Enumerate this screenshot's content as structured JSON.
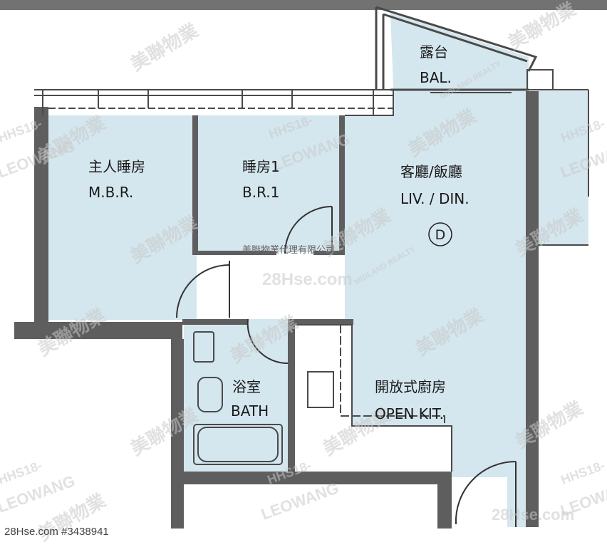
{
  "rooms": {
    "balcony": {
      "zh": "露台",
      "en": "BAL."
    },
    "master": {
      "zh": "主人睡房",
      "en": "M.B.R."
    },
    "bedroom1": {
      "zh": "睡房1",
      "en": "B.R.1"
    },
    "living": {
      "zh": "客廳/飯廳",
      "en": "LIV. / DIN."
    },
    "bath": {
      "zh": "浴室",
      "en": "BATH"
    },
    "kitchen": {
      "zh": "開放式廚房",
      "en": "OPEN KIT."
    }
  },
  "unit_marker": "D",
  "agent_text": "美聯物業代理有限公司",
  "watermarks": {
    "brand_zh": "美聯物業",
    "brand_en": "MIDLAND REALTY",
    "agent_id": "HHS18-",
    "agent_name": "LEOWANG",
    "site": "28Hse.com"
  },
  "footer": "28Hse.com #3438941",
  "colors": {
    "room_fill": "#d4e6ee",
    "wall": "#5e5e5e",
    "top_bar": "#727272"
  }
}
